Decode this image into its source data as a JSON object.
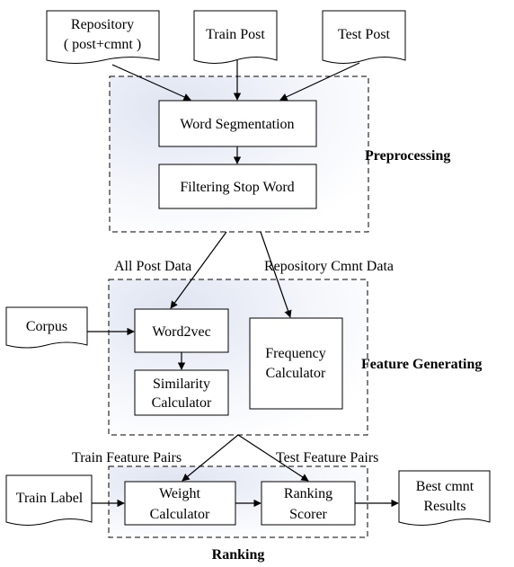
{
  "inputs": {
    "repository": [
      "Repository",
      "( post+cmnt )"
    ],
    "train_post": "Train Post",
    "test_post": "Test Post",
    "corpus": "Corpus",
    "train_label": "Train Label",
    "best_cmnt": [
      "Best cmnt",
      "Results"
    ]
  },
  "preprocessing": {
    "label": "Preprocessing",
    "word_segmentation": "Word Segmentation",
    "filtering_stop_word": "Filtering Stop Word"
  },
  "flow_labels": {
    "all_post_data": "All Post Data",
    "repository_cmnt_data": "Repository Cmnt Data",
    "train_feature_pairs": "Train Feature Pairs",
    "test_feature_pairs": "Test Feature Pairs"
  },
  "feature_generating": {
    "label": "Feature Generating",
    "word2vec": "Word2vec",
    "similarity_calculator": [
      "Similarity",
      "Calculator"
    ],
    "frequency_calculator": [
      "Frequency",
      "Calculator"
    ]
  },
  "ranking": {
    "label": "Ranking",
    "weight_calculator": [
      "Weight",
      "Calculator"
    ],
    "ranking_scorer": [
      "Ranking",
      "Scorer"
    ]
  }
}
